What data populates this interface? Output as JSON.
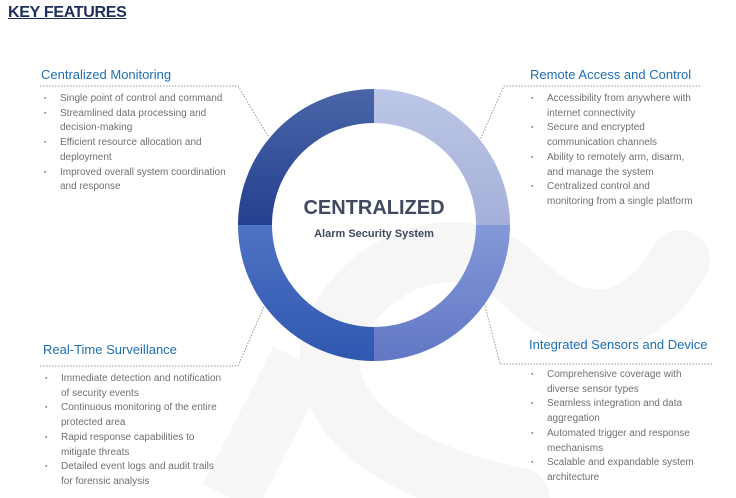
{
  "title": "KEY FEATURES",
  "center": {
    "title": "CENTRALIZED",
    "subtitle": "Alarm Security System"
  },
  "ring": {
    "segments": [
      {
        "name": "top-left",
        "color_start": "#4a66a8",
        "color_end": "#243f8e"
      },
      {
        "name": "top-right",
        "color_start": "#bcc6e6",
        "color_end": "#a5b0d9"
      },
      {
        "name": "bottom-right",
        "color_start": "#8399d8",
        "color_end": "#6277c4"
      },
      {
        "name": "bottom-left",
        "color_start": "#4f72c4",
        "color_end": "#2f58b0"
      }
    ]
  },
  "features": [
    {
      "heading": "Centralized Monitoring",
      "items": [
        "Single point of control and command",
        "Streamlined data processing and decision-making",
        "Efficient resource allocation and deployment",
        "Improved overall system coordination and response"
      ]
    },
    {
      "heading": "Remote Access and Control",
      "items": [
        "Accessibility from anywhere with internet connectivity",
        "Secure and encrypted communication channels",
        "Ability to remotely arm, disarm, and manage the system",
        "Centralized control and monitoring from a single platform"
      ]
    },
    {
      "heading": "Real-Time Surveillance",
      "items": [
        "Immediate detection and notification of security events",
        "Continuous monitoring of the entire protected area",
        "Rapid response capabilities to mitigate threats",
        "Detailed event logs and audit trails for forensic analysis"
      ]
    },
    {
      "heading": "Integrated Sensors and Device",
      "items": [
        "Comprehensive coverage with diverse sensor types",
        "Seamless integration and data aggregation",
        "Automated trigger and response mechanisms",
        "Scalable and expandable system architecture"
      ]
    }
  ],
  "colors": {
    "title": "#1f2d5c",
    "heading": "#1e6fb5",
    "body_text": "#707070",
    "center_text": "#3f4a5e"
  }
}
